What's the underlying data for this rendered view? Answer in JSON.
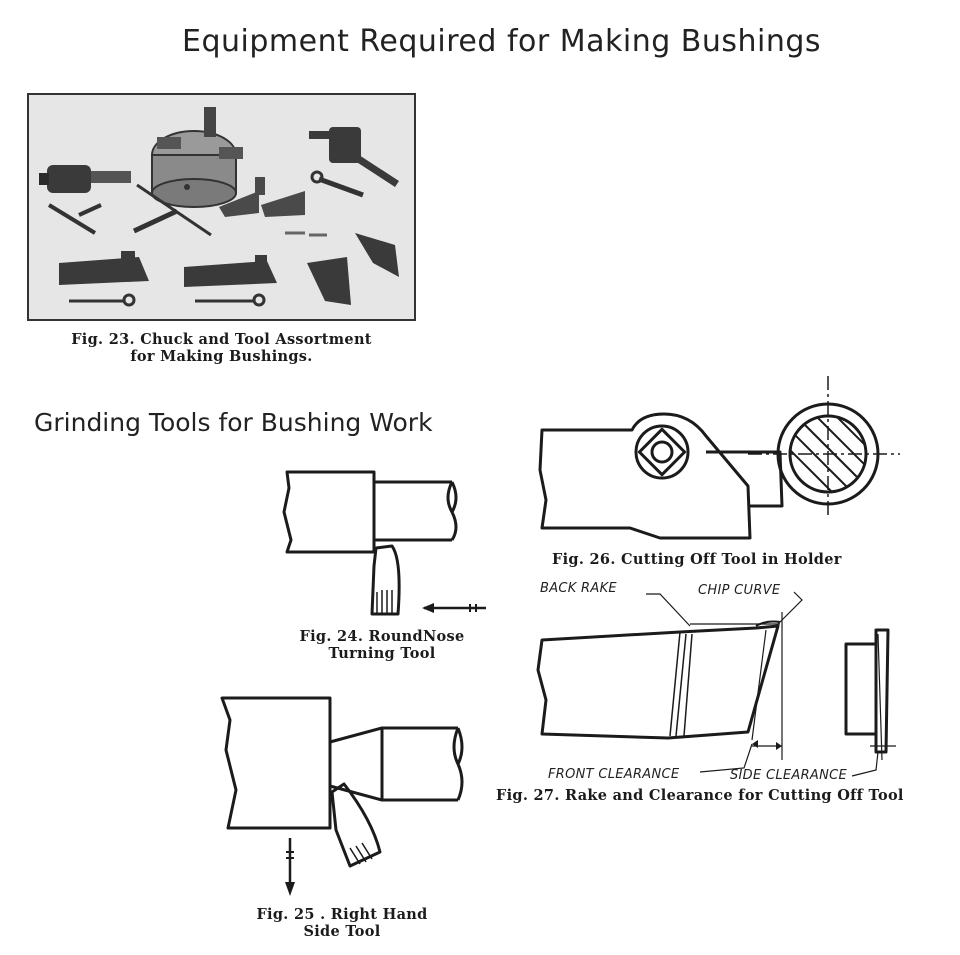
{
  "heading": "Equipment Required for Making Bushings",
  "section_heading": "Grinding Tools for Bushing Work",
  "figures": {
    "fig23": {
      "caption_line1": "Fig. 23. Chuck and Tool Assortment",
      "caption_line2": "for Making Bushings."
    },
    "fig24": {
      "caption_line1": "Fig. 24. RoundNose",
      "caption_line2": "Turning Tool"
    },
    "fig25": {
      "caption_line1": "Fig. 25 .  Right Hand",
      "caption_line2": "Side Tool"
    },
    "fig26": {
      "caption": "Fig.  26.  Cutting  Off  Tool  in  Holder"
    },
    "fig27": {
      "caption": "Fig.  27.  Rake and Clearance for Cutting Off Tool",
      "labels": {
        "back_rake": "BACK RAKE",
        "chip_curve": "CHIP CURVE",
        "front_clearance": "FRONT CLEARANCE",
        "side_clearance": "SIDE CLEARANCE"
      }
    }
  }
}
